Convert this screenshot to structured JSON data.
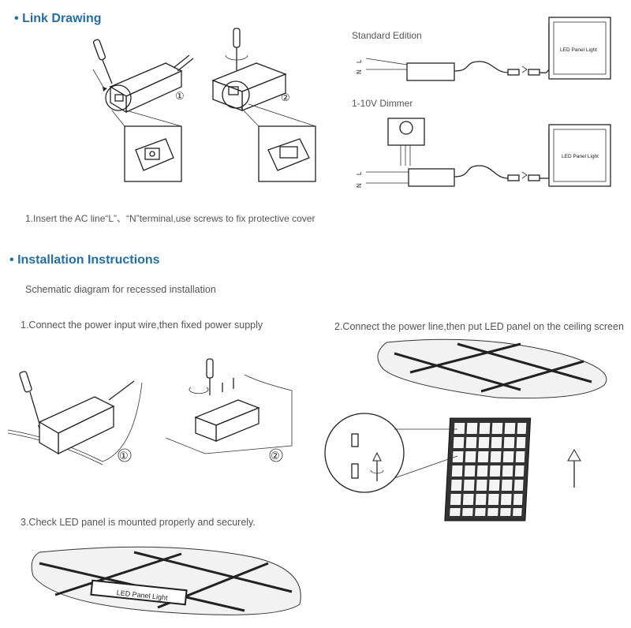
{
  "sections": {
    "link": {
      "bullet": "•",
      "title": "Link Drawing",
      "step_badges": [
        "①",
        "②"
      ],
      "caption": "1.Insert the AC line“L”、“N”terminal,use screws to fix protective cover"
    },
    "wiring": {
      "standard_title": "Standard Edition",
      "dimmer_title": "1-10V Dimmer",
      "line_labels": [
        "L",
        "N"
      ],
      "panel_label": "LED Panel Light"
    },
    "install": {
      "bullet": "•",
      "title": "Installation Instructions",
      "subtitle": "Schematic diagram for recessed installation",
      "step1": "1.Connect the power input wire,then fixed power supply",
      "step2": "2.Connect the power line,then put LED panel on the ceiling screen",
      "step3": "3.Check LED panel is mounted properly and securely.",
      "step_badges": [
        "①",
        "②"
      ],
      "ceiling_label": "LED Panel Light"
    }
  }
}
